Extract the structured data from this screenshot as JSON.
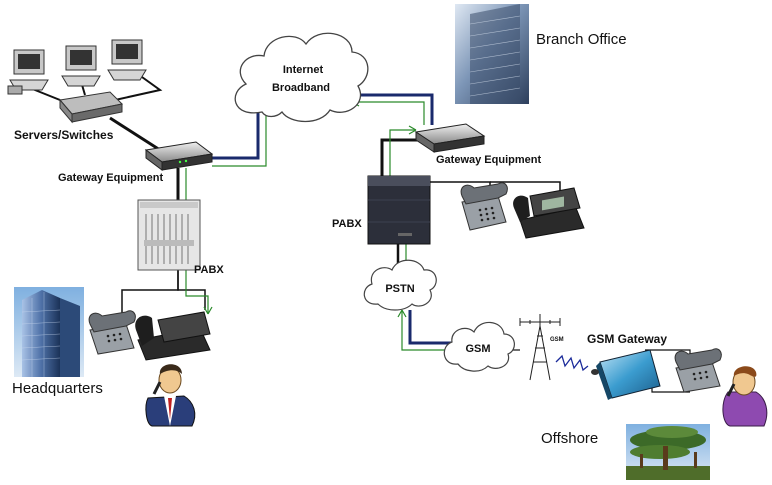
{
  "labels": {
    "internet": [
      "Internet",
      "Broadband"
    ],
    "branch_office": "Branch Office",
    "servers_switches": "Servers/Switches",
    "gateway_hq": "Gateway Equipment",
    "gateway_branch": "Gateway Equipment",
    "pabx_hq": "PABX",
    "pabx_branch": "PABX",
    "pstn": "PSTN",
    "gsm": "GSM",
    "gsm_gateway": "GSM Gateway",
    "headquarters": "Headquarters",
    "offshore": "Offshore",
    "device_brand": "GSM"
  },
  "colors": {
    "trunk": "#1a2a6c",
    "link": "#2a8a2a",
    "cable": "#111111"
  },
  "icons": [
    "server-icon",
    "switch-icon",
    "gateway-icon",
    "pabx-icon",
    "desk-phone-icon",
    "ip-phone-icon",
    "cloud-icon",
    "building-icon",
    "antenna-icon",
    "gsm-gateway-icon",
    "person-icon",
    "tree-icon"
  ]
}
